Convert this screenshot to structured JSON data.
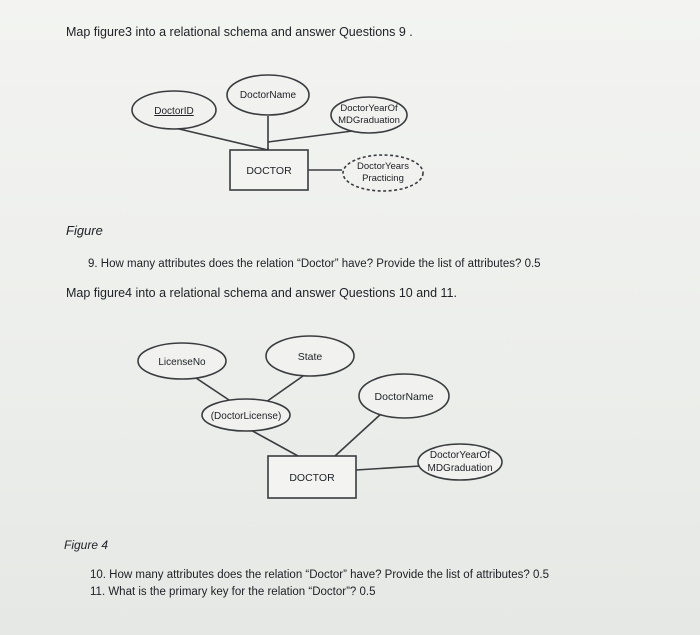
{
  "intro1": "Map figure3 into a relational schema and answer Questions 9 .",
  "figure3": {
    "caption": "Figure",
    "entity": "DOCTOR",
    "attributes": {
      "doctor_id": "DoctorID",
      "doctor_name": "DoctorName",
      "year_of_grad_line1": "DoctorYearOf",
      "year_of_grad_line2": "MDGraduation",
      "years_practicing_line1": "DoctorYears",
      "years_practicing_line2": "Practicing"
    }
  },
  "question9": "9.   How many attributes does the relation “Doctor” have? Provide the list of attributes? 0.5",
  "intro2": "Map figure4 into a relational schema and answer Questions 10 and 11.",
  "figure4": {
    "caption": "Figure 4",
    "entity": "DOCTOR",
    "attributes": {
      "license_no": "LicenseNo",
      "state": "State",
      "doctor_license": "(DoctorLicense)",
      "doctor_name": "DoctorName",
      "year_of_grad_line1": "DoctorYearOf",
      "year_of_grad_line2": "MDGraduation"
    }
  },
  "question10": "10. How many attributes does the relation “Doctor” have? Provide the list of attributes? 0.5",
  "question11": "11. What is the primary key for the relation “Doctor”? 0.5",
  "colors": {
    "ink": "#202228",
    "paper": "#eef0ed"
  }
}
